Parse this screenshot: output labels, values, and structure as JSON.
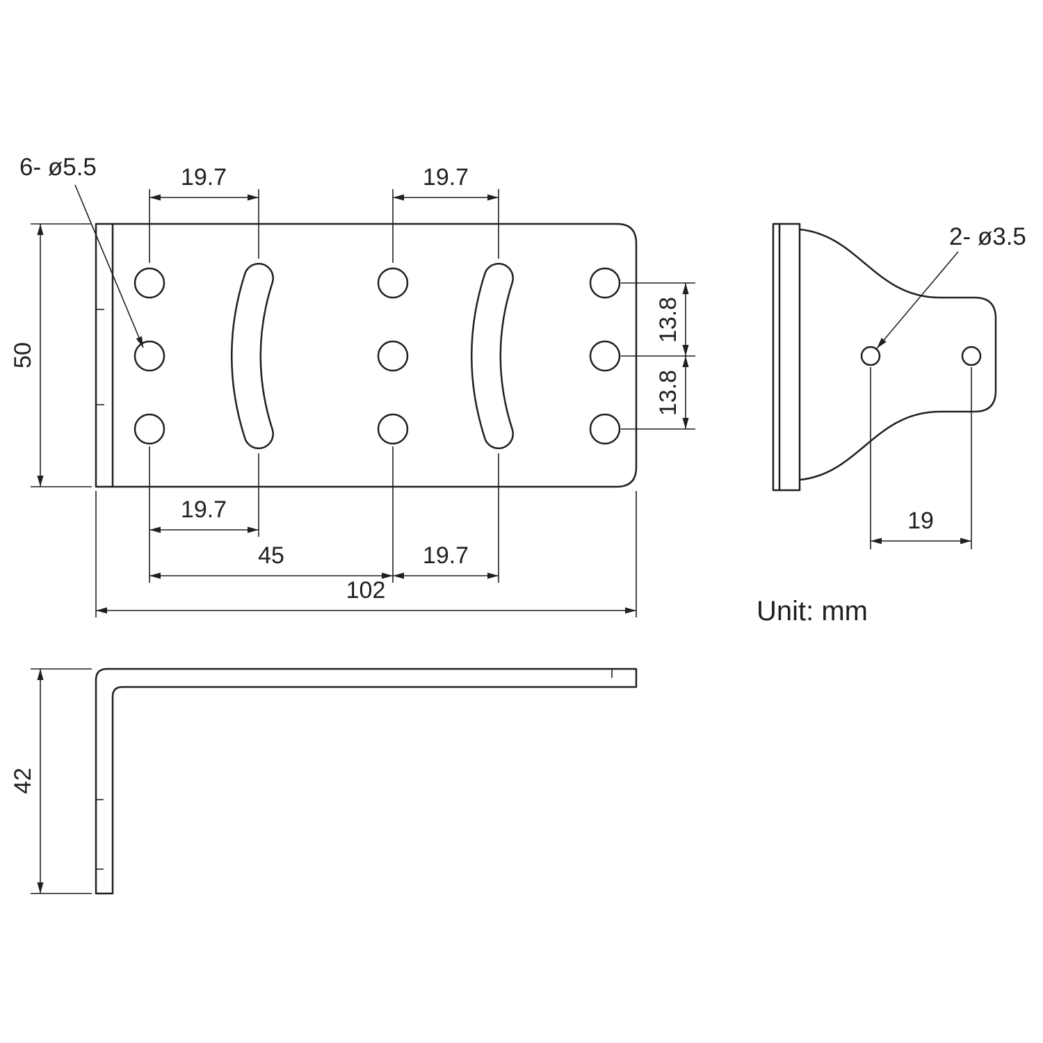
{
  "drawing": {
    "ink_color": "#1f1f1f",
    "unit_label": "Unit: mm",
    "top_view": {
      "hole_callout": "6- ø5.5",
      "dim_slot1_top": "19.7",
      "dim_slot2_top": "19.7",
      "dim_plate_height": "50",
      "dim_row_spacing_upper": "13.8",
      "dim_row_spacing_lower": "13.8",
      "dim_slot1_bottom": "19.7",
      "dim_col_spacing": "45",
      "dim_slot2_bottom": "19.7",
      "dim_plate_width": "102"
    },
    "side_view": {
      "hole_callout": "2- ø3.5",
      "dim_hole_spacing": "19"
    },
    "front_view": {
      "dim_leg_height": "42"
    }
  }
}
